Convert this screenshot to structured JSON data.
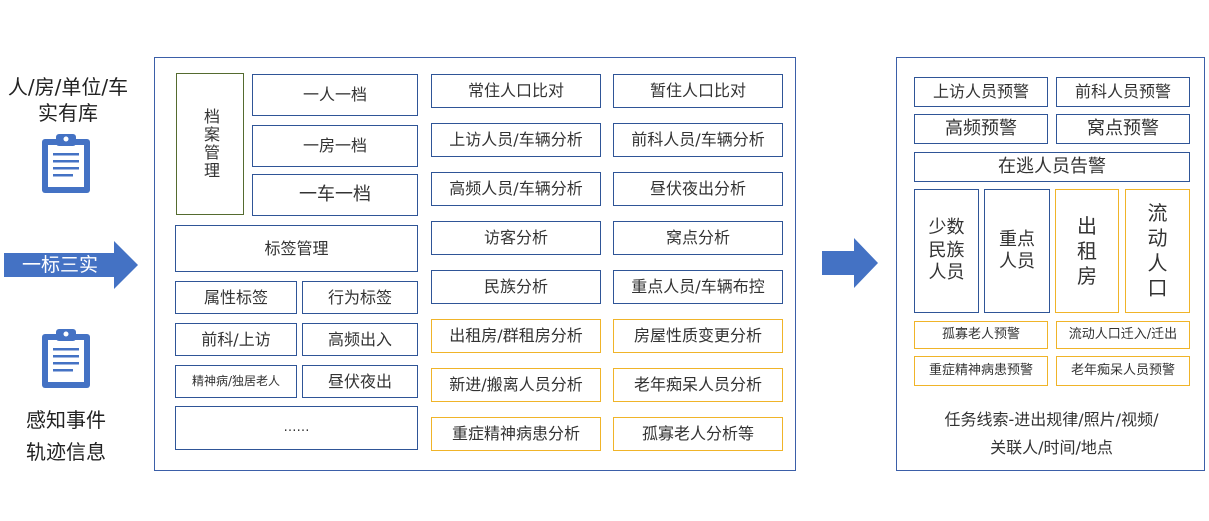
{
  "left": {
    "db_title_line1": "人/房/单位/车",
    "db_title_line2": "实有库",
    "arrow_label": "一标三实",
    "sense_line1": "感知事件",
    "sense_line2": "轨迹信息",
    "icons": [
      "clipboard-icon",
      "clipboard-icon"
    ],
    "arrow_color": "#4472c4"
  },
  "middle": {
    "archive_mgmt": "档案管理",
    "one_person": "一人一档",
    "one_house": "一房一档",
    "one_car": "一车一档",
    "tag_mgmt": "标签管理",
    "attr_tag": "属性标签",
    "behavior_tag": "行为标签",
    "record_petition": "前科/上访",
    "freq_inout": "高频出入",
    "mental_elderly": "精神病/独居老人",
    "day_night": "昼伏夜出",
    "ellipsis": "……",
    "analysis": [
      "常住人口比对",
      "暂住人口比对",
      "上访人员/车辆分析",
      "前科人员/车辆分析",
      "高频人员/车辆分析",
      "昼伏夜出分析",
      "访客分析",
      "窝点分析",
      "民族分析",
      "重点人员/车辆布控",
      "出租房/群租房分析",
      "房屋性质变更分析",
      "新进/搬离人员分析",
      "老年痴呆人员分析",
      "重症精神病患分析",
      "孤寡老人分析等"
    ]
  },
  "right": {
    "alerts": [
      "上访人员预警",
      "前科人员预警",
      "高频预警",
      "窝点预警"
    ],
    "fugitive": "在逃人员告警",
    "cols": [
      "少数民族人员",
      "重点人员",
      "出租房",
      "流动人口"
    ],
    "small_alerts": [
      "孤寡老人预警",
      "流动人口迁入/迁出",
      "重症精神病患预警",
      "老年痴呆人员预警"
    ],
    "task_line1": "任务线索-进出规律/照片/视频/",
    "task_line2": "关联人/时间/地点"
  },
  "colors": {
    "blue": "#2f5597",
    "yellow": "#f0b429",
    "green": "#556b2f",
    "accent": "#4472c4"
  }
}
